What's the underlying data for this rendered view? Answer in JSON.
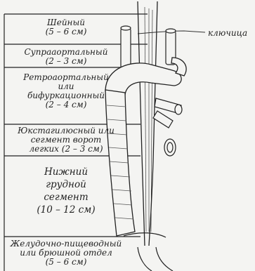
{
  "segments": [
    {
      "id": "cervical",
      "text": "Шейный\n(5 – 6 см)"
    },
    {
      "id": "supraaortic",
      "text": "Супрааортальный\n(2 – 3 см)"
    },
    {
      "id": "retroaortic",
      "text": "Ретроаортальный\nили\nбифуркационный\n(2 – 4 см)"
    },
    {
      "id": "juxtahilar",
      "text": "Юкстагилюсный или\nсегмент  ворот\nлегких  (2 – 3 см)"
    },
    {
      "id": "lower-thoracic",
      "text": "Нижний\nгрудной\nсегмент\n(10 – 12 см)"
    },
    {
      "id": "abdominal",
      "text": "Желудочно-пищеводный\nили брюшной отдел\n(5 – 6 см)"
    }
  ],
  "side_label": "ключица",
  "colors": {
    "ink": "#1f1f1f",
    "paper": "#f4f4f2"
  }
}
